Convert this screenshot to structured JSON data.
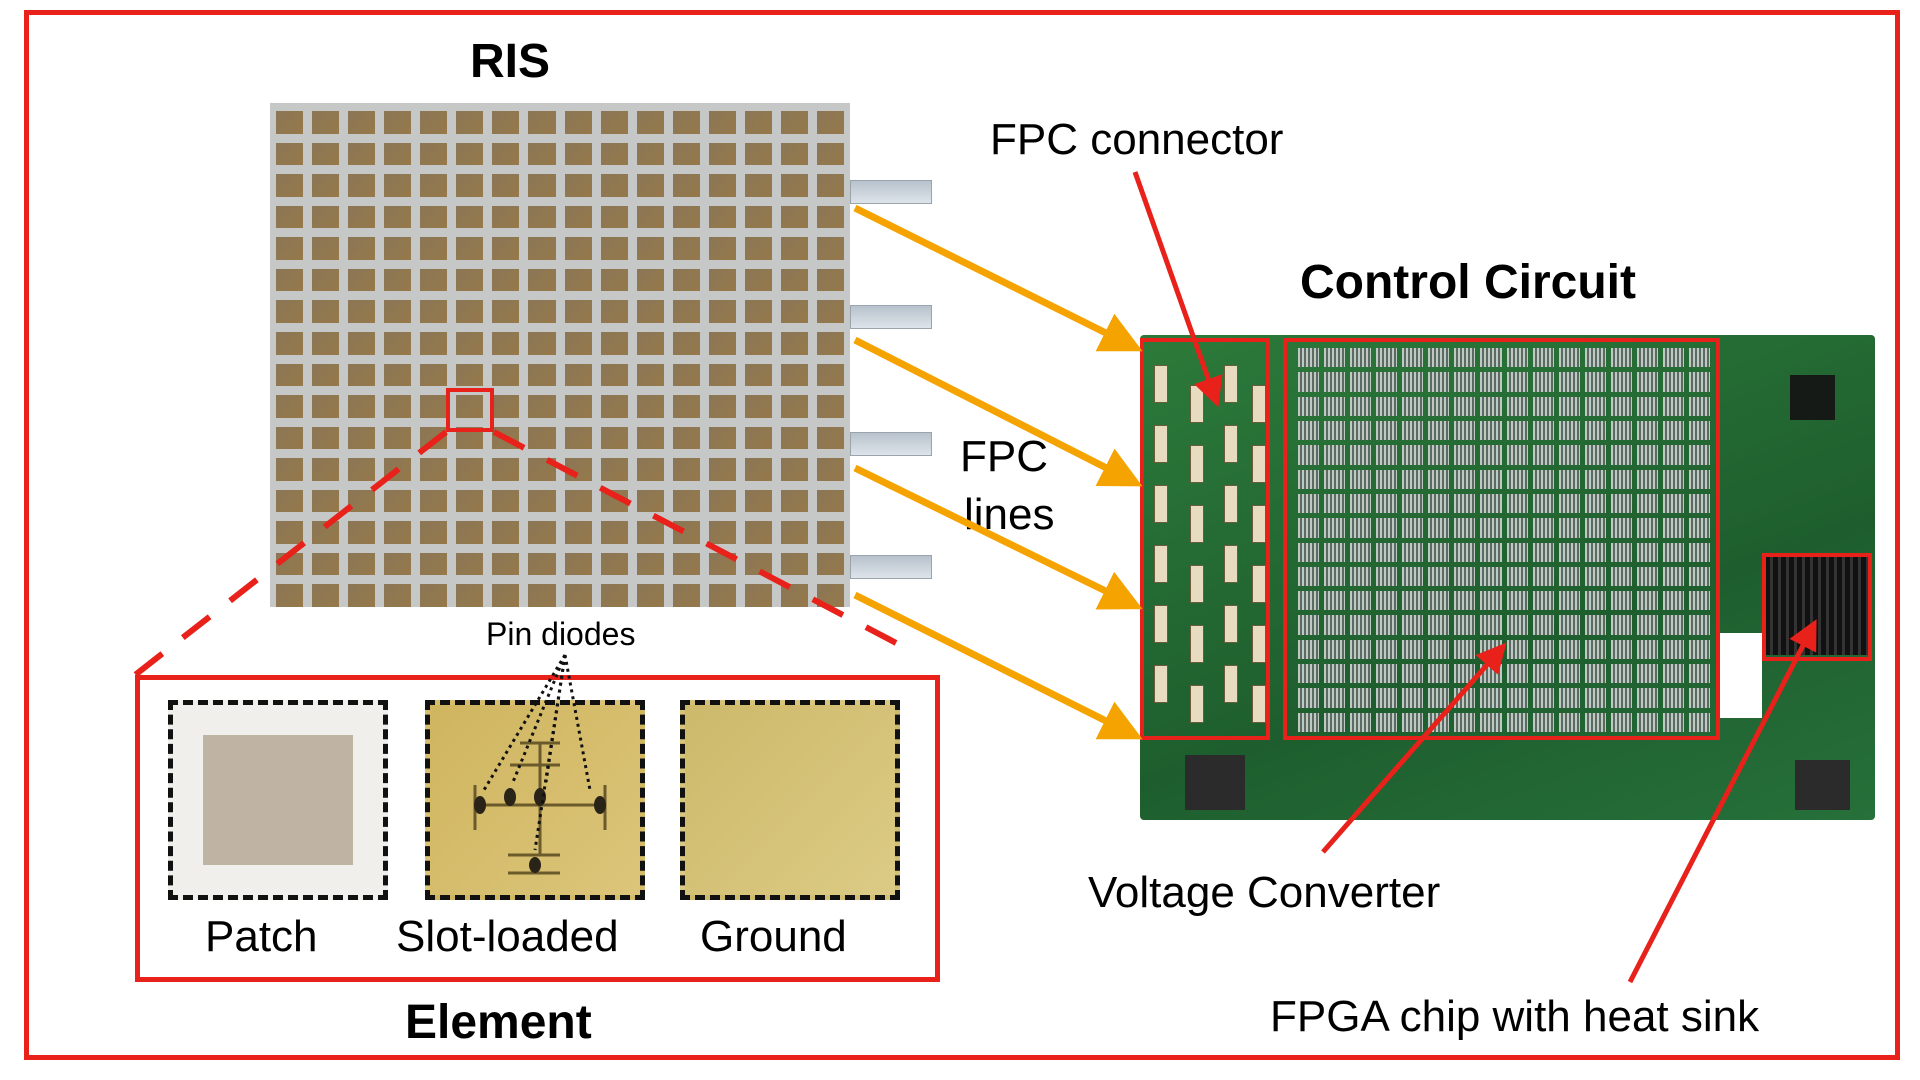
{
  "figure": {
    "ris_title": "RIS",
    "control_circuit_title": "Control Circuit",
    "element_title": "Element",
    "annotations": {
      "fpc_connector": "FPC connector",
      "fpc_lines_1": "FPC",
      "fpc_lines_2": "lines",
      "pin_diodes": "Pin diodes",
      "voltage_converter": "Voltage Converter",
      "fpga_chip": "FPGA chip with heat sink"
    },
    "element_layers": [
      {
        "label": "Patch"
      },
      {
        "label": "Slot-loaded"
      },
      {
        "label": "Ground"
      }
    ],
    "ris_array": {
      "rows": 16,
      "columns": 16
    },
    "fpc_cable_count": 4,
    "colors": {
      "highlight_red": "#e8211a",
      "arrow_orange": "#f5a300",
      "pcb_green": "#1e5e2e",
      "copper": "#8a7656",
      "gold": "#d6bd6a"
    }
  }
}
